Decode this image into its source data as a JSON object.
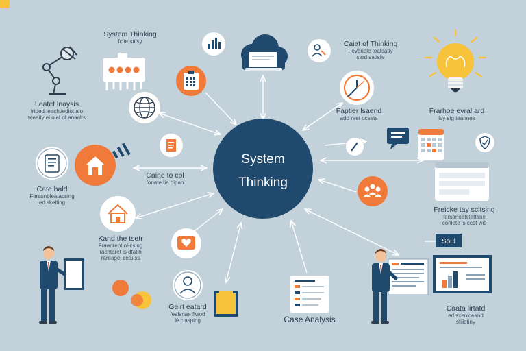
{
  "colors": {
    "background": "#c3d1db",
    "navy": "#1f4a6e",
    "orange": "#f07a3a",
    "white": "#ffffff",
    "yellow": "#f6c33b",
    "text": "#2e3e4e"
  },
  "center": {
    "line1": "System",
    "line2": "Thinking"
  },
  "labels": {
    "top_left": {
      "title": "System Thinking",
      "sub": "fcite sttisy"
    },
    "top_right": {
      "title": "Caiat of Thinking",
      "sub1": "Fevanble toatsatiy",
      "sub2": "card satisfe"
    },
    "left_analysis": {
      "title": "Leatet lnaysis",
      "sub1": "lrtded teachtiediot alo",
      "sub2": "teeaity ei olet of anaalts"
    },
    "right_top": {
      "title": "Frarhoe evral ard",
      "sub": "ivy stg teannes"
    },
    "mid_right_clock": {
      "title": "Faptier lsaend",
      "sub": "add reet ocsets"
    },
    "mid_left_edge": {
      "title": "Caine to cpl",
      "sub": "fonate tia dipan"
    },
    "left_case": {
      "title": "Cate bald",
      "sub1": "Ferasnbleatacsing",
      "sub2": "ed skelting"
    },
    "right_mid": {
      "title": "Freicke tay scltsing",
      "sub1": "femanoetelettane",
      "sub2": "conlete is cest wis"
    },
    "left_bottom": {
      "title": "Kand the tsetr",
      "sub1": "Fraadrebt ol-cslng",
      "sub2": "rachtaret is dfatih",
      "sub3": "rareagel cetuiss"
    },
    "bottom_mid_left": {
      "title": "Geirt eatard",
      "sub1": "fealsnae fiwod",
      "sub2": "lé clasping"
    },
    "bottom_center": {
      "title": "Case Analysis"
    },
    "right_bottom": {
      "title": "Caata lirtatd",
      "sub1": "ed sxeniceand",
      "sub2": "stilistiny"
    },
    "screen_label": "Soul"
  },
  "icons": [
    "bar-chart-icon",
    "cloud-laptop-icon",
    "people-search-icon",
    "lightbulb-icon",
    "robot-arm-icon",
    "server-rack-icon",
    "checklist-icon",
    "globe-icon",
    "clock-icon",
    "chat-bubble-icon",
    "calendar-icon",
    "shield-icon",
    "document-icon",
    "tablet-icon",
    "house-icon",
    "dashboard-icon",
    "team-icon",
    "heart-message-icon",
    "user-profile-icon",
    "folder-icon",
    "case-document-icon",
    "presentation-board-icon",
    "businessman-icon"
  ]
}
